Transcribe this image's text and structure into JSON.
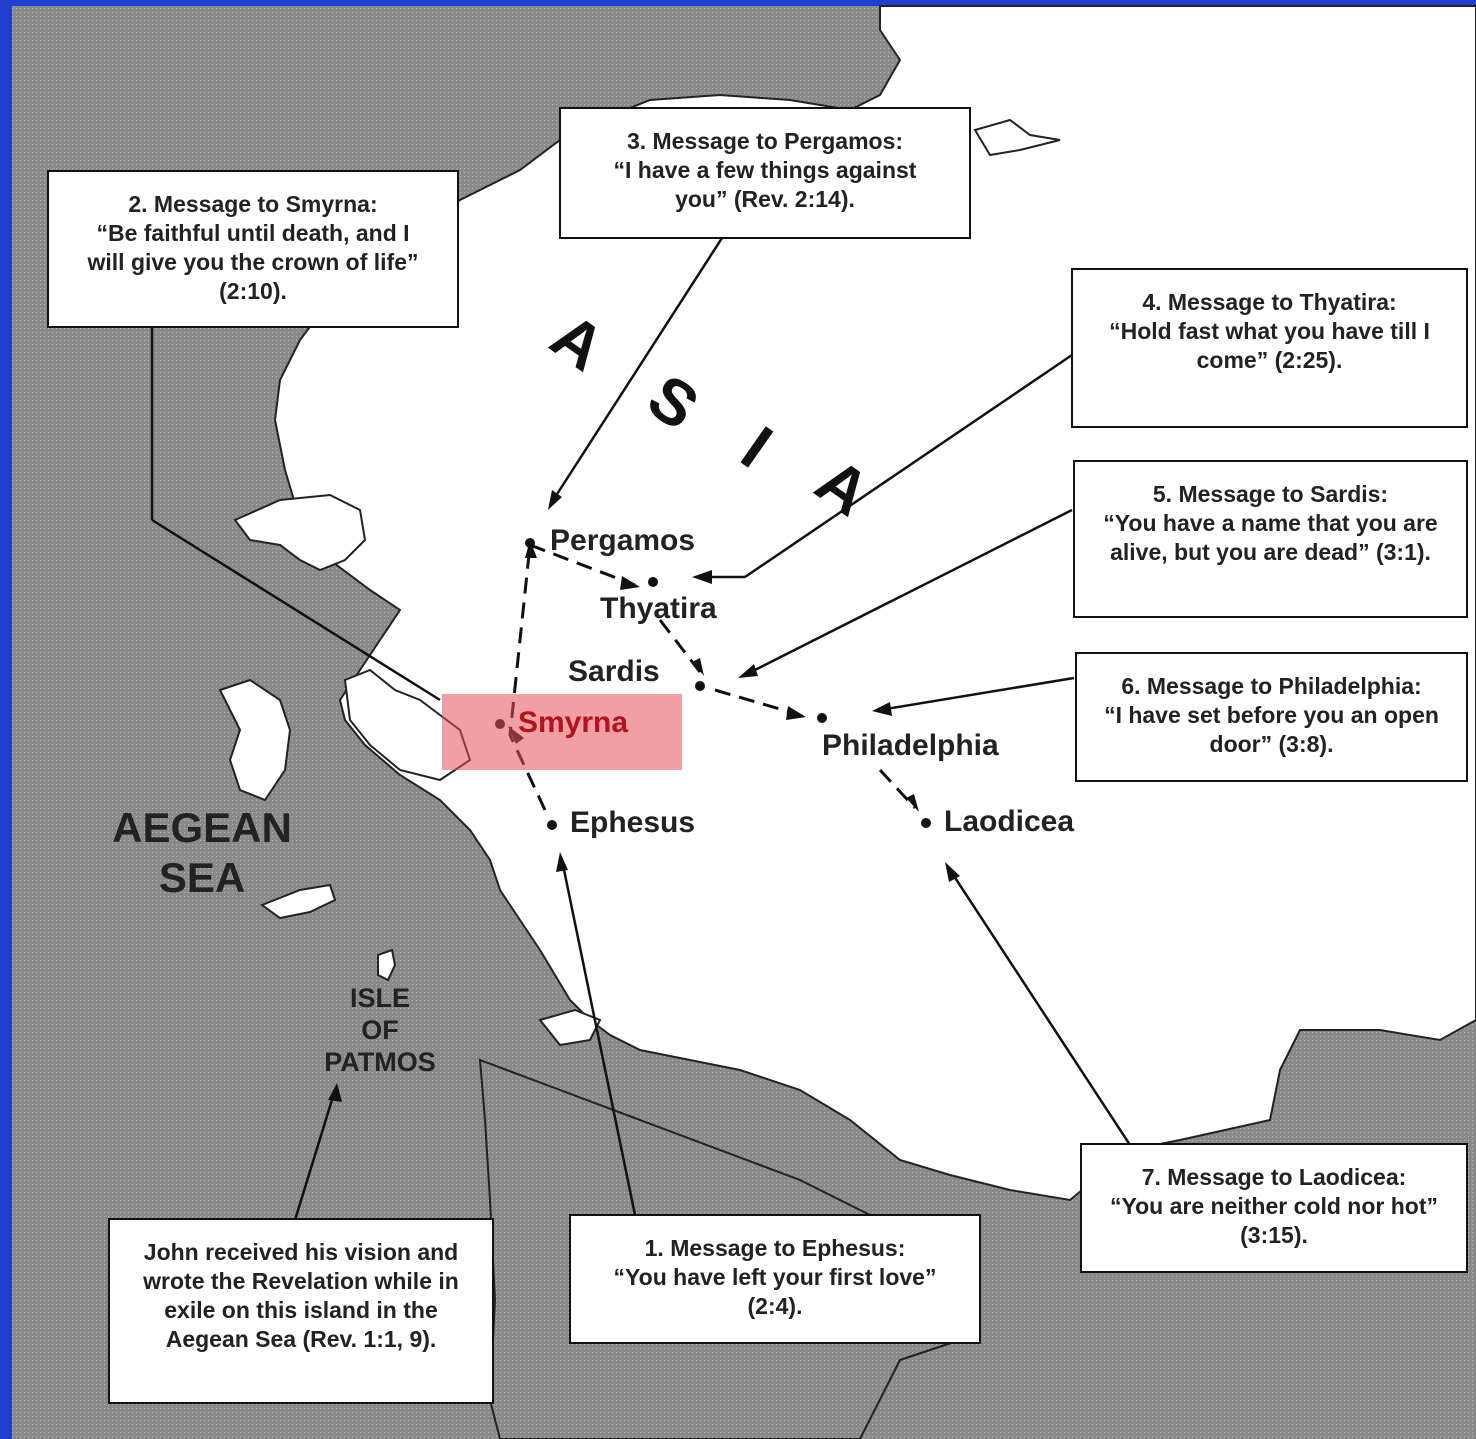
{
  "map": {
    "region_label": [
      "A",
      "S",
      "I",
      "A"
    ],
    "sea_label_line1": "AEGEAN",
    "sea_label_line2": "SEA",
    "isle_label_line1": "ISLE",
    "isle_label_line2": "OF",
    "isle_label_line3": "PATMOS",
    "cities": {
      "pergamos": "Pergamos",
      "thyatira": "Thyatira",
      "sardis": "Sardis",
      "smyrna": "Smyrna",
      "ephesus": "Ephesus",
      "philadelphia": "Philadelphia",
      "laodicea": "Laodicea"
    },
    "highlighted_city": "Smyrna",
    "highlight_color": "#e6505a",
    "messages": {
      "smyrna": {
        "title": "2. Message to Smyrna:",
        "quote": "“Be faithful until death, and I will give you the crown of life” (2:10)."
      },
      "pergamos": {
        "title": "3. Message to Pergamos:",
        "quote": "“I have a few things against you” (Rev. 2:14)."
      },
      "thyatira": {
        "title": "4. Message to Thyatira:",
        "quote": "“Hold fast what you have till I come” (2:25)."
      },
      "sardis": {
        "title": "5. Message to Sardis:",
        "quote": "“You have a name that you are alive, but you are dead” (3:1)."
      },
      "philadelphia": {
        "title": "6. Message to Philadelphia:",
        "quote": "“I have set before you an open door” (3:8)."
      },
      "laodicea": {
        "title": "7. Message to Laodicea:",
        "quote": "“You are neither cold nor hot” (3:15)."
      },
      "ephesus": {
        "title": "1. Message to Ephesus:",
        "quote": "“You have left your first love” (2:4)."
      },
      "patmos": {
        "title": "",
        "quote": "John received his vision and wrote the Revelation while in exile on this island in the Aegean Sea (Rev. 1:1, 9)."
      }
    }
  }
}
